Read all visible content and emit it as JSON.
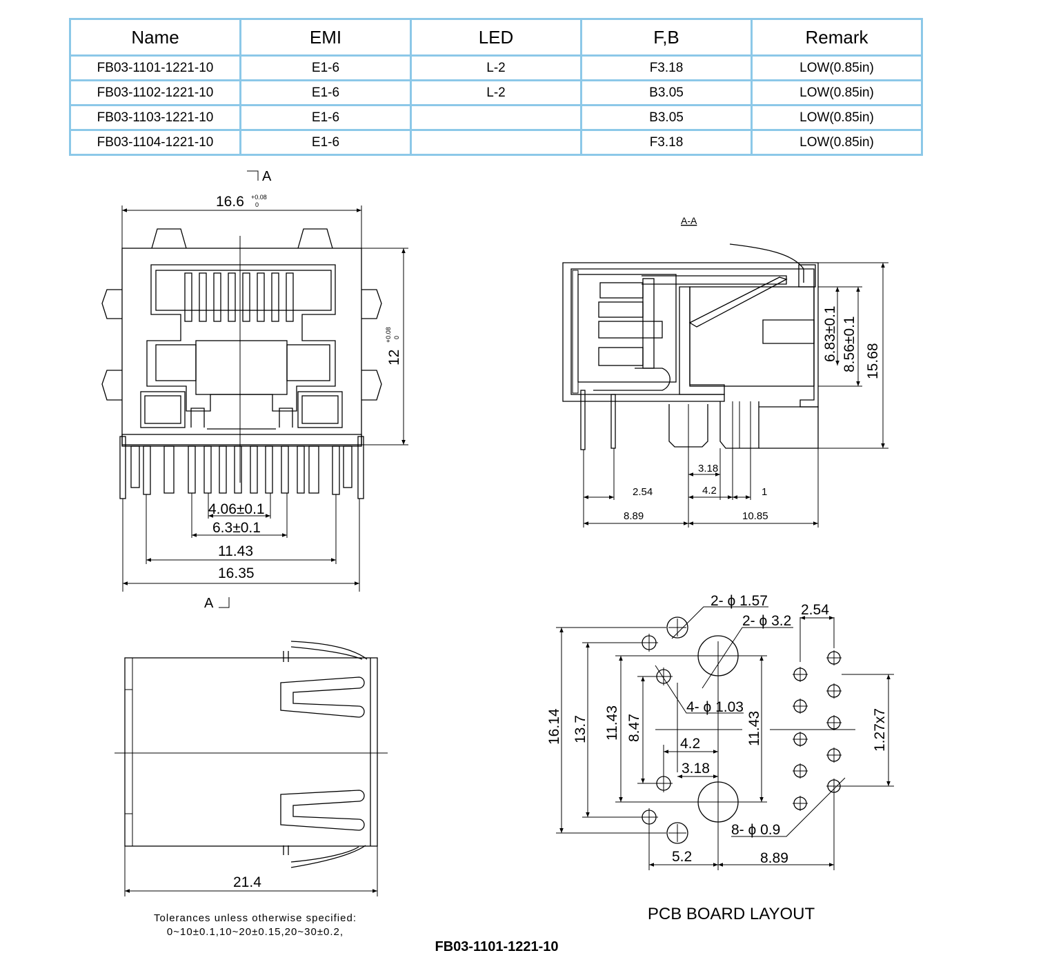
{
  "table": {
    "headers": [
      "Name",
      "EMI",
      "LED",
      "F,B",
      "Remark"
    ],
    "rows": [
      [
        "FB03-1101-1221-10",
        "E1-6",
        "L-2",
        "F3.18",
        "LOW(0.85in)"
      ],
      [
        "FB03-1102-1221-10",
        "E1-6",
        "L-2",
        "B3.05",
        "LOW(0.85in)"
      ],
      [
        "FB03-1103-1221-10",
        "E1-6",
        "",
        "B3.05",
        "LOW(0.85in)"
      ],
      [
        "FB03-1104-1221-10",
        "E1-6",
        "",
        "F3.18",
        "LOW(0.85in)"
      ]
    ]
  },
  "front_view": {
    "section_mark": "A",
    "width_dim": "16.6",
    "width_tol_plus": "+0.08",
    "width_tol_minus": "0",
    "height_dim": "12",
    "height_tol_plus": "+0.08",
    "height_tol_minus": "0",
    "dim_4_06": "4.06±0.1",
    "dim_6_3": "6.3±0.1",
    "dim_11_43": "11.43",
    "dim_16_35": "16.35"
  },
  "section_view": {
    "title": "A-A",
    "dim_6_83": "6.83±0.1",
    "dim_8_56": "8.56±0.1",
    "dim_15_68": "15.68",
    "dim_3_18": "3.18",
    "dim_2_54": "2.54",
    "dim_4_2": "4.2",
    "dim_1": "1",
    "dim_8_89": "8.89",
    "dim_10_85": "10.85"
  },
  "side_view": {
    "dim_21_4": "21.4"
  },
  "pcb_layout": {
    "title": "PCB BOARD LAYOUT",
    "hole_1_57": "2- ϕ 1.57",
    "hole_3_2": "2- ϕ 3.2",
    "hole_1_03": "4- ϕ 1.03",
    "hole_0_9": "8- ϕ 0.9",
    "dim_2_54": "2.54",
    "dim_16_14": "16.14",
    "dim_13_7": "13.7",
    "dim_11_43_left": "11.43",
    "dim_8_47": "8.47",
    "dim_4_2": "4.2",
    "dim_3_18": "3.18",
    "dim_11_43_right": "11.43",
    "dim_1_27x7": "1.27x7",
    "dim_5_2": "5.2",
    "dim_8_89": "8.89"
  },
  "tolerance_note": {
    "line1": "Tolerances unless otherwise specified:",
    "line2": "0~10±0.1,10~20±0.15,20~30±0.2,"
  },
  "model_number": "FB03-1101-1221-10"
}
